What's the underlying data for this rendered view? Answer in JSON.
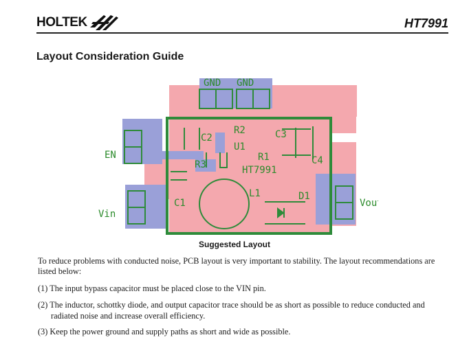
{
  "header": {
    "brand": "HOLTEK",
    "part_number": "HT7991"
  },
  "section_title": "Layout Consideration Guide",
  "figure": {
    "caption": "Suggested Layout",
    "labels": {
      "gnd1": "GND",
      "gnd2": "GND",
      "en": "EN",
      "vin": "Vin",
      "vout": "Vout",
      "c1": "C1",
      "c2": "C2",
      "c3": "C3",
      "c4": "C4",
      "r1": "R1",
      "r2": "R2",
      "r3": "R3",
      "u1": "U1",
      "chip": "HT7991",
      "l1": "L1",
      "d1": "D1"
    },
    "colors": {
      "pad_pink": "#f4a8ae",
      "trace_blue": "#9aa0d8",
      "silk_green": "#2e8b3a"
    }
  },
  "body": {
    "intro": "To reduce problems with conducted noise, PCB layout is very important to stability. The layout recommendations are listed below:",
    "items": [
      "(1) The input bypass capacitor must be placed close to the VIN pin.",
      "(2) The inductor, schottky diode, and output capacitor trace should be as short as possible to reduce conducted and",
      "radiated noise and increase overall efficiency.",
      "(3) Keep the power ground and supply paths as short and wide as possible."
    ]
  }
}
